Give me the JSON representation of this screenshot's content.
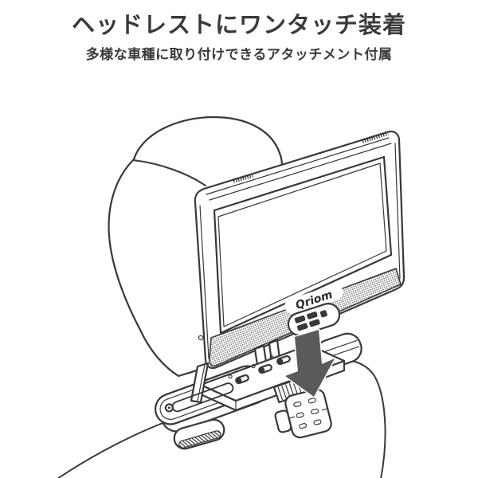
{
  "header": {
    "title": "ヘッドレストにワンタッチ装着",
    "subtitle": "多様な車種に取り付けできるアタッチメント付属",
    "text_color": "#3a3a3a"
  },
  "illustration": {
    "brand_logo_text": "Qriom",
    "line_color": "#3b3735",
    "arrow_color": "#595a5c",
    "background_color": "#ffffff",
    "icons": {
      "down_arrow": "down-arrow-icon",
      "lock_switch": "lock-slider-switch-icon"
    }
  }
}
